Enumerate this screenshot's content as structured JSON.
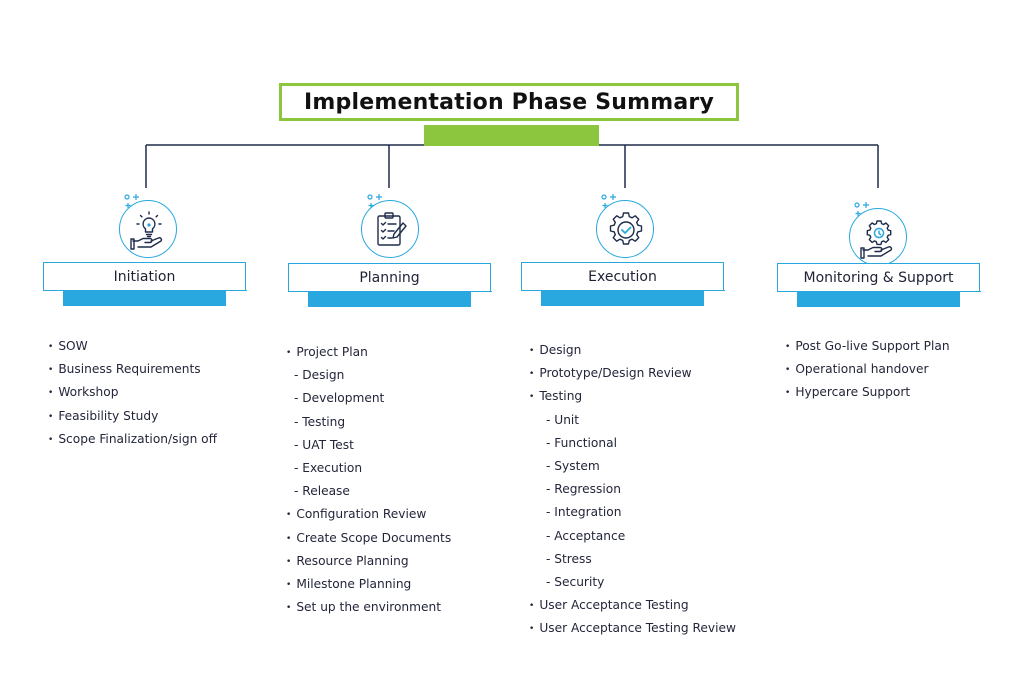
{
  "title": "Implementation Phase Summary",
  "colors": {
    "accent_green": "#8cc63f",
    "accent_blue": "#29a8e0",
    "connector": "#1e2b4a"
  },
  "phases": [
    {
      "label": "Initiation",
      "icon": "hand-lightbulb-icon",
      "items": [
        {
          "text": "SOW",
          "kind": "bullet"
        },
        {
          "text": "Business Requirements",
          "kind": "bullet"
        },
        {
          "text": "Workshop",
          "kind": "bullet"
        },
        {
          "text": "Feasibility Study",
          "kind": "bullet"
        },
        {
          "text": "Scope Finalization/sign off",
          "kind": "bullet"
        }
      ]
    },
    {
      "label": "Planning",
      "icon": "clipboard-checklist-icon",
      "items": [
        {
          "text": "Project Plan",
          "kind": "bullet"
        },
        {
          "text": "-  Design",
          "kind": "dash"
        },
        {
          "text": "-  Development",
          "kind": "dash"
        },
        {
          "text": "-  Testing",
          "kind": "dash"
        },
        {
          "text": "-  UAT Test",
          "kind": "dash"
        },
        {
          "text": "-  Execution",
          "kind": "dash"
        },
        {
          "text": "-  Release",
          "kind": "dash"
        },
        {
          "text": "Configuration Review",
          "kind": "bullet"
        },
        {
          "text": "Create Scope Documents",
          "kind": "bullet"
        },
        {
          "text": "Resource Planning",
          "kind": "bullet"
        },
        {
          "text": "Milestone Planning",
          "kind": "bullet"
        },
        {
          "text": "Set up the environment",
          "kind": "bullet"
        }
      ]
    },
    {
      "label": "Execution",
      "icon": "gear-check-icon",
      "items": [
        {
          "text": "Design",
          "kind": "bullet"
        },
        {
          "text": "Prototype/Design Review",
          "kind": "bullet"
        },
        {
          "text": "Testing",
          "kind": "bullet"
        },
        {
          "text": "- Unit",
          "kind": "dash"
        },
        {
          "text": "- Functional",
          "kind": "dash"
        },
        {
          "text": "- System",
          "kind": "dash"
        },
        {
          "text": "- Regression",
          "kind": "dash"
        },
        {
          "text": "- Integration",
          "kind": "dash"
        },
        {
          "text": "- Acceptance",
          "kind": "dash"
        },
        {
          "text": "- Stress",
          "kind": "dash"
        },
        {
          "text": "- Security",
          "kind": "dash"
        },
        {
          "text": "User Acceptance Testing",
          "kind": "bullet"
        },
        {
          "text": "User Acceptance Testing Review",
          "kind": "bullet"
        }
      ]
    },
    {
      "label": "Monitoring & Support",
      "icon": "hand-gear-icon",
      "items": [
        {
          "text": "Post Go-live Support Plan",
          "kind": "bullet"
        },
        {
          "text": "Operational handover",
          "kind": "bullet"
        },
        {
          "text": "Hypercare Support",
          "kind": "bullet"
        }
      ]
    }
  ]
}
